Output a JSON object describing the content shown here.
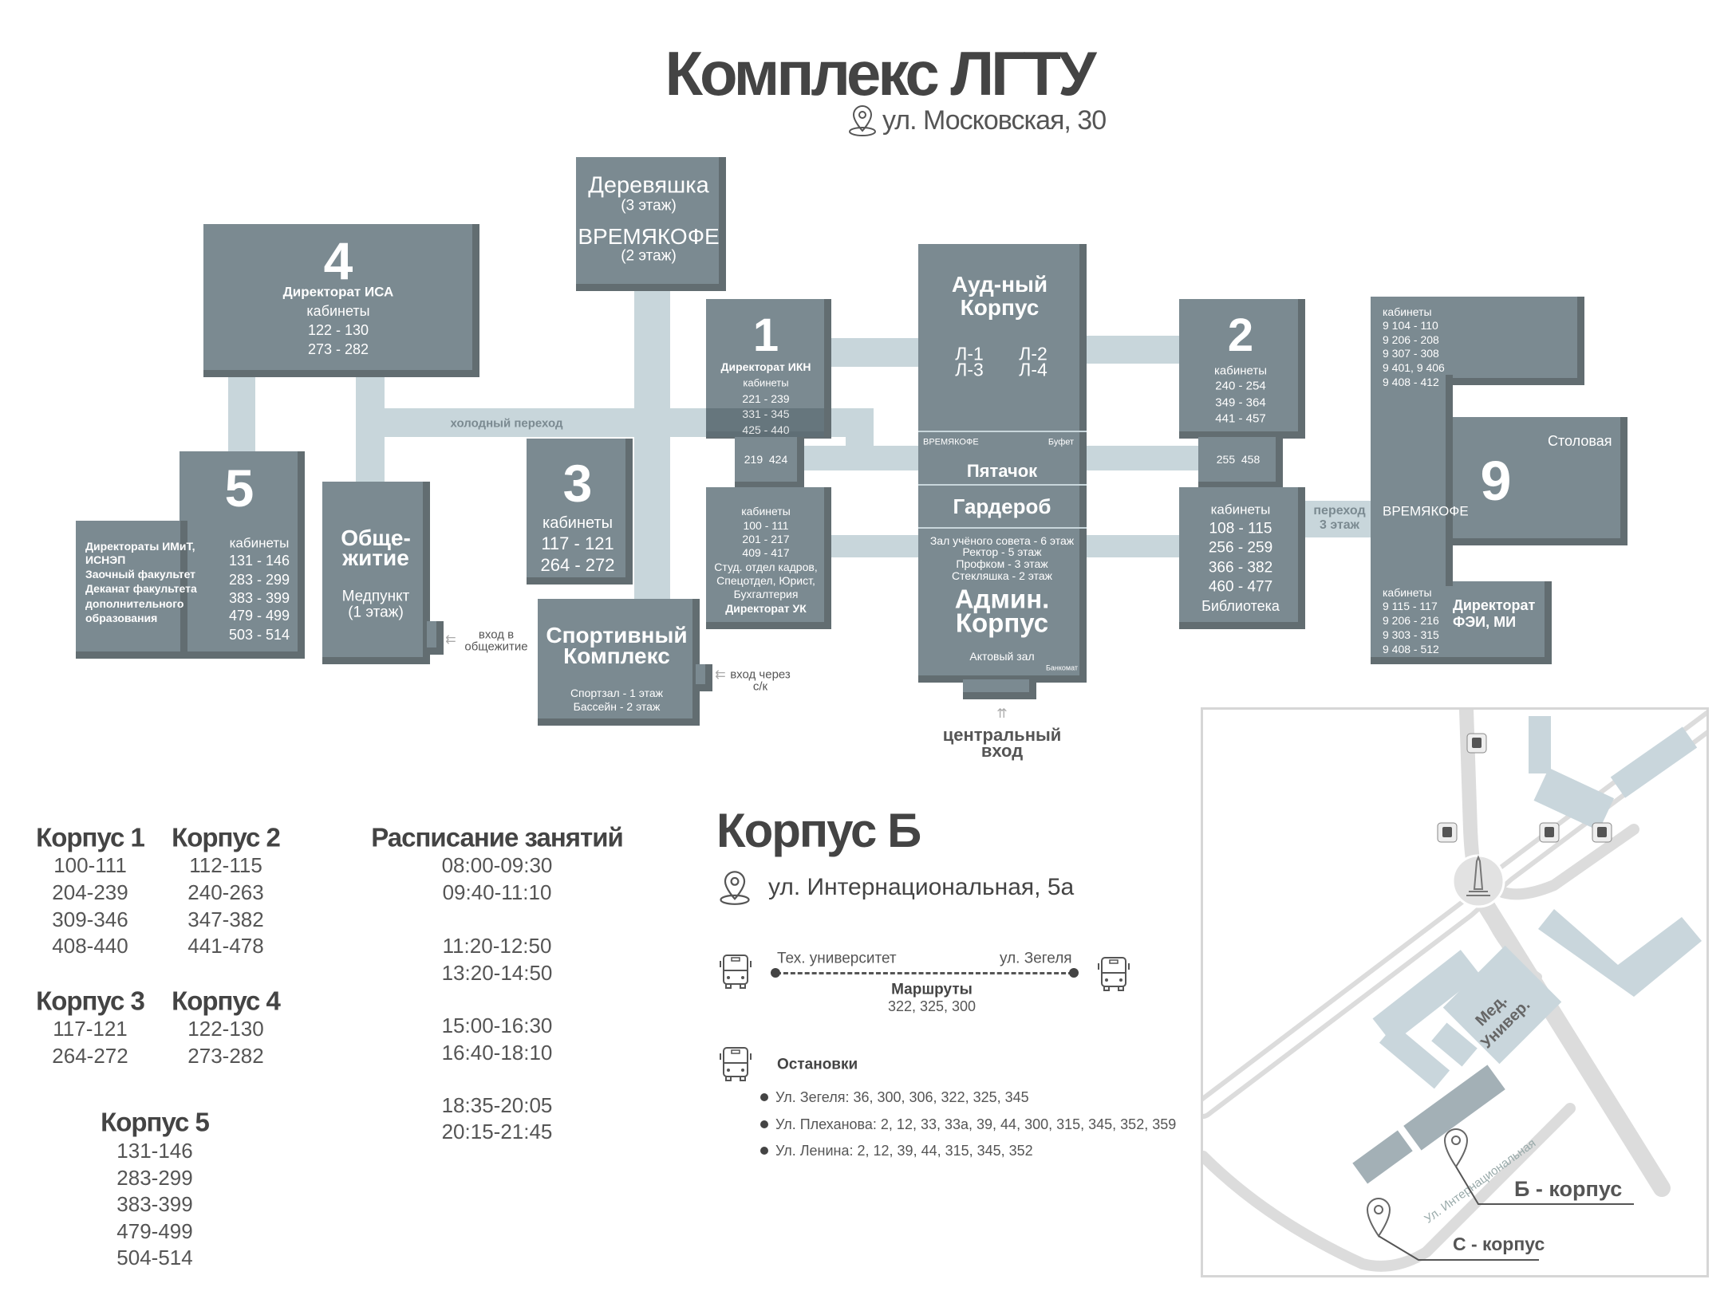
{
  "header": {
    "title": "Комплекс ЛГТУ",
    "address": "ул. Московская, 30"
  },
  "colors": {
    "building": "#7b8a91",
    "shadow": "#626d71",
    "passage": "#c8d6db",
    "text": "#444444"
  },
  "derevyashka": {
    "name": "Деревяшка",
    "floor1": "(3 этаж)",
    "cafe": "ВРЕМЯКОФЕ",
    "floor2": "(2 этаж)"
  },
  "b4": {
    "number": "4",
    "directorate": "Директорат ИСА",
    "rooms_label": "кабинеты",
    "rooms": [
      "122 - 130",
      "273 - 282"
    ]
  },
  "b5": {
    "number": "5",
    "info": [
      "Директораты ИМиТ,",
      "ИСНЭП",
      "Заочный факультет",
      "Деканат факультета",
      "дополнительного",
      "образования"
    ],
    "rooms_label": "кабинеты",
    "rooms": [
      "131 - 146",
      "283 - 299",
      "383 - 399",
      "479 - 499",
      "503 - 514"
    ]
  },
  "dorm": {
    "name1": "Обще-",
    "name2": "житие",
    "medpunkt": "Медпункт",
    "floor": "(1 этаж)",
    "entrance1": "вход в",
    "entrance2": "общежитие"
  },
  "cold_passage": "холодный переход",
  "b3": {
    "number": "3",
    "rooms_label": "кабинеты",
    "rooms": [
      "117 - 121",
      "264 - 272"
    ]
  },
  "sport": {
    "name1": "Спортивный",
    "name2": "Комплекс",
    "gym": "Спортзал - 1 этаж",
    "pool": "Бассейн - 2 этаж",
    "entrance1": "вход через",
    "entrance2": "с/к"
  },
  "b1": {
    "number": "1",
    "directorate": "Директорат ИКН",
    "rooms_label": "кабинеты",
    "rooms": [
      "221 - 239",
      "331 - 345",
      "425 - 440"
    ],
    "middle": "219  424",
    "rooms_label2": "кабинеты",
    "rooms2": [
      "100 - 111",
      "201 - 217",
      "409 - 417"
    ],
    "offices": [
      "Студ. отдел кадров,",
      "Спецотдел, Юрист,",
      "Бухгалтерия"
    ],
    "directorate2": "Директорат УК"
  },
  "aud": {
    "name1": "Ауд-ный",
    "name2": "Корпус",
    "halls": [
      "Л-1",
      "Л-2",
      "Л-3",
      "Л-4"
    ],
    "cafe": "ВРЕМЯКОФЕ",
    "buffet": "Буфет",
    "pyatachok": "Пятачок",
    "garderob": "Гардероб",
    "floors": [
      "Зал учёного совета - 6 этаж",
      "Ректор - 5 этаж",
      "Профком - 3 этаж",
      "Стекляшка - 2 этаж"
    ],
    "admin1": "Админ.",
    "admin2": "Корпус",
    "assembly": "Актовый зал",
    "atm": "Банкомат",
    "entrance1": "центральный",
    "entrance2": "вход",
    "arrows": "⇈"
  },
  "b2": {
    "number": "2",
    "rooms_label": "кабинеты",
    "rooms": [
      "240 - 254",
      "349 - 364",
      "441 - 457"
    ],
    "middle": "255  458",
    "rooms_label2": "кабинеты",
    "rooms2": [
      "108 - 115",
      "256 - 259",
      "366 - 382",
      "460 - 477"
    ],
    "library": "Библиотека"
  },
  "passage3": {
    "line1": "переход",
    "line2": "3 этаж"
  },
  "b9": {
    "number": "9",
    "rooms_label": "кабинеты",
    "rooms": [
      "9 104 - 110",
      "9 206 - 208",
      "9 307 - 308",
      "9 401, 9 406",
      "9 408 - 412"
    ],
    "canteen": "Столовая",
    "cafe": "ВРЕМЯКОФЕ",
    "rooms_label2": "кабинеты",
    "rooms2": [
      "9 115 - 117",
      "9 206 - 216",
      "9 303 - 315",
      "9 408 - 512"
    ],
    "directorate1": "Директорат",
    "directorate2": "ФЭИ, МИ"
  },
  "legend": {
    "k1": {
      "title": "Корпус 1",
      "rooms": [
        "100-111",
        "204-239",
        "309-346",
        "408-440"
      ]
    },
    "k2": {
      "title": "Корпус 2",
      "rooms": [
        "112-115",
        "240-263",
        "347-382",
        "441-478"
      ]
    },
    "k3": {
      "title": "Корпус 3",
      "rooms": [
        "117-121",
        "264-272"
      ]
    },
    "k4": {
      "title": "Корпус 4",
      "rooms": [
        "122-130",
        "273-282"
      ]
    },
    "k5": {
      "title": "Корпус 5",
      "rooms": [
        "131-146",
        "283-299",
        "383-399",
        "479-499",
        "504-514"
      ]
    }
  },
  "schedule": {
    "title": "Расписание занятий",
    "times": [
      "08:00-09:30",
      "09:40-11:10",
      "11:20-12:50",
      "13:20-14:50",
      "15:00-16:30",
      "16:40-18:10",
      "18:35-20:05",
      "20:15-21:45"
    ]
  },
  "korpus_b": {
    "title": "Корпус Б",
    "address": "ул. Интернациональная, 5а",
    "route_from": "Тех. университет",
    "route_to": "ул. Зегеля",
    "routes_label": "Маршруты",
    "routes": "322, 325, 300",
    "stops_label": "Остановки",
    "stops": [
      "Ул. Зегеля: 36, 300, 306, 322, 325, 345",
      "Ул. Плеханова: 2, 12, 33, 33а, 39, 44, 300, 315, 345, 352, 359",
      "Ул. Ленина: 2, 12, 39, 44, 315, 345, 352"
    ]
  },
  "map": {
    "med_univ1": "Мед.",
    "med_univ2": "Универ.",
    "street": "Ул. Интернациональная",
    "b_label": "Б - корпус",
    "c_label": "С - корпус"
  }
}
